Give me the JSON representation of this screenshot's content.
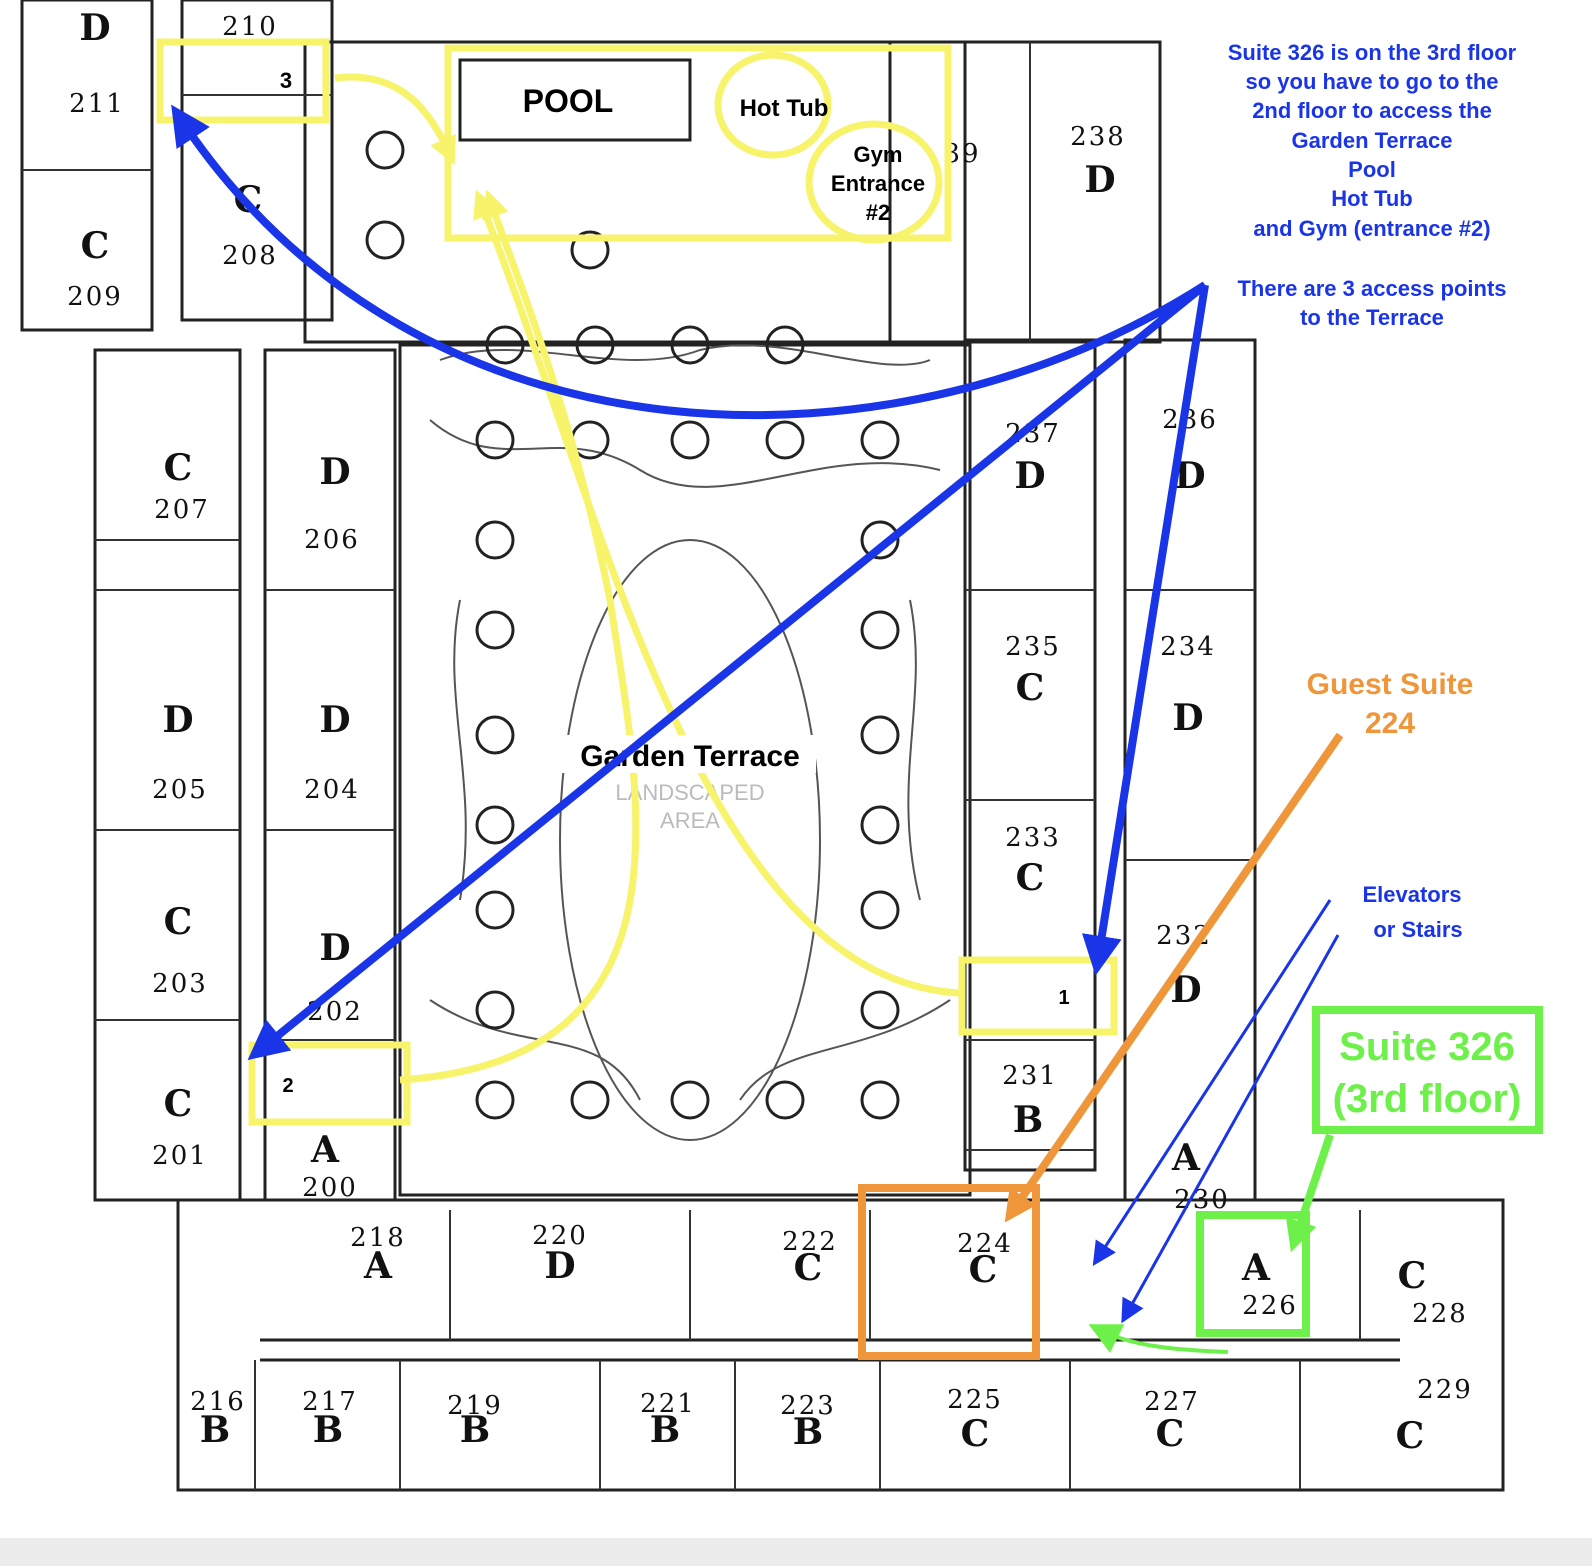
{
  "notes": {
    "floor_note": [
      "Suite 326 is on the 3rd floor",
      "so you have to go to the",
      "2nd floor to access the",
      "Garden Terrace",
      "Pool",
      "Hot Tub",
      "and Gym (entrance #2)"
    ],
    "access_note": [
      "There are 3 access points",
      "to the Terrace"
    ],
    "guest_suite": [
      "Guest Suite",
      "224"
    ],
    "elevators": [
      "Elevators",
      "or Stairs"
    ],
    "suite_326": [
      "Suite 326",
      "(3rd floor)"
    ]
  },
  "labels": {
    "pool": "POOL",
    "hot_tub": "Hot Tub",
    "gym": [
      "Gym",
      "Entrance",
      "#2"
    ],
    "garden_terrace": "Garden Terrace",
    "landscaped": [
      "LANDSCAPED",
      "AREA"
    ],
    "access_1": "1",
    "access_2": "2",
    "access_3": "3"
  },
  "rooms": [
    {
      "letter": "D",
      "number": "211"
    },
    {
      "letter": "",
      "number": "210"
    },
    {
      "letter": "C",
      "number": "209"
    },
    {
      "letter": "C",
      "number": "208"
    },
    {
      "letter": "C",
      "number": "207"
    },
    {
      "letter": "D",
      "number": "206"
    },
    {
      "letter": "D",
      "number": "205"
    },
    {
      "letter": "D",
      "number": "204"
    },
    {
      "letter": "C",
      "number": "203"
    },
    {
      "letter": "D",
      "number": "202"
    },
    {
      "letter": "C",
      "number": "201"
    },
    {
      "letter": "A",
      "number": "200"
    },
    {
      "letter": "D",
      "number": "238"
    },
    {
      "letter": "",
      "number": "39"
    },
    {
      "letter": "D",
      "number": "237"
    },
    {
      "letter": "D",
      "number": "236"
    },
    {
      "letter": "C",
      "number": "235"
    },
    {
      "letter": "D",
      "number": "234"
    },
    {
      "letter": "C",
      "number": "233"
    },
    {
      "letter": "D",
      "number": "232"
    },
    {
      "letter": "B",
      "number": "231"
    },
    {
      "letter": "A",
      "number": "230"
    },
    {
      "letter": "A",
      "number": "218"
    },
    {
      "letter": "D",
      "number": "220"
    },
    {
      "letter": "C",
      "number": "222"
    },
    {
      "letter": "C",
      "number": "224"
    },
    {
      "letter": "A",
      "number": "226"
    },
    {
      "letter": "C",
      "number": "228"
    },
    {
      "letter": "B",
      "number": "216"
    },
    {
      "letter": "B",
      "number": "217"
    },
    {
      "letter": "B",
      "number": "219"
    },
    {
      "letter": "B",
      "number": "221"
    },
    {
      "letter": "B",
      "number": "223"
    },
    {
      "letter": "C",
      "number": "225"
    },
    {
      "letter": "C",
      "number": "227"
    },
    {
      "letter": "C",
      "number": "229"
    }
  ],
  "colors": {
    "blue": "#1a35e8",
    "yellow": "#f7f36b",
    "orange": "#f0963a",
    "green": "#6ef04a"
  }
}
